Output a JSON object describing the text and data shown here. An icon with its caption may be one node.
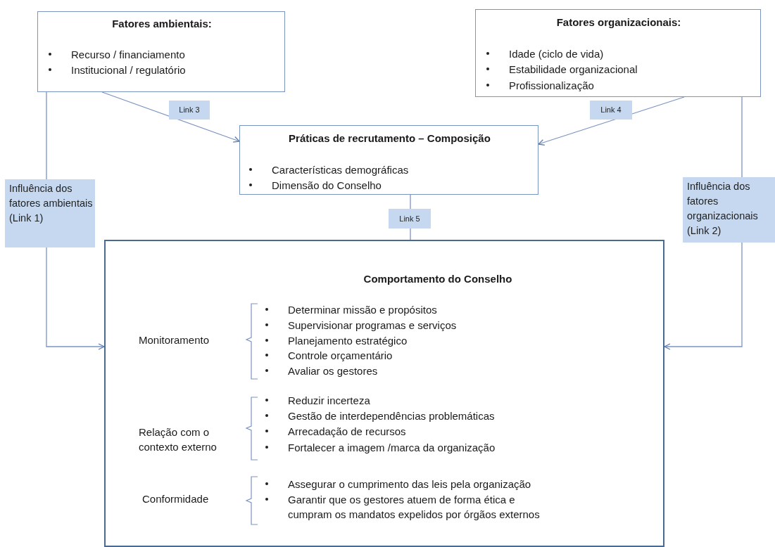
{
  "diagram": {
    "nodes": [
      {
        "text": [
          "Fatores ambientais:",
          "Recurso / financiamento",
          "Institucional / regulatório"
        ]
      },
      {
        "text": [
          "Fatores organizacionais:",
          "Idade (ciclo de vida)",
          "Estabilidade organizacional",
          "Profissionalização"
        ]
      },
      {
        "text": [
          "Práticas de recrutamento – Composição",
          "Características demográficas",
          "Dimensão do Conselho"
        ]
      },
      {
        "text": [
          "Comportamento do Conselho",
          "Monitoramento",
          "Determinar missão e propósitos",
          "Supervisionar programas e serviços",
          "Planejamento estratégico",
          "Controle orçamentário",
          "Avaliar os gestores",
          "Relação com o contexto externo",
          "Reduzir incerteza",
          "Gestão de interdependências problemáticas",
          "Arrecadação de recursos",
          "Fortalecer a imagem /marca da organização",
          "Conformidade",
          "Assegurar o cumprimento das leis  pela organização",
          "Garantir que os gestores atuem de forma ética e cumpram os mandatos expelidos por órgãos externos"
        ]
      }
    ],
    "edges": [
      {
        "from": 0,
        "to": 2,
        "arrow": "to",
        "label": "Link 3"
      },
      {
        "from": 1,
        "to": 2,
        "arrow": "to",
        "label": "Link 4"
      },
      {
        "from": 2,
        "to": 3,
        "arrow": "none",
        "label": "Link 5"
      },
      {
        "from": 0,
        "to": 3,
        "arrow": "to",
        "label": "Influência dos fatores ambientais (Link 1)"
      },
      {
        "from": 1,
        "to": 3,
        "arrow": "to",
        "label": "Influência dos fatores organizacionais (Link 2)"
      }
    ]
  }
}
